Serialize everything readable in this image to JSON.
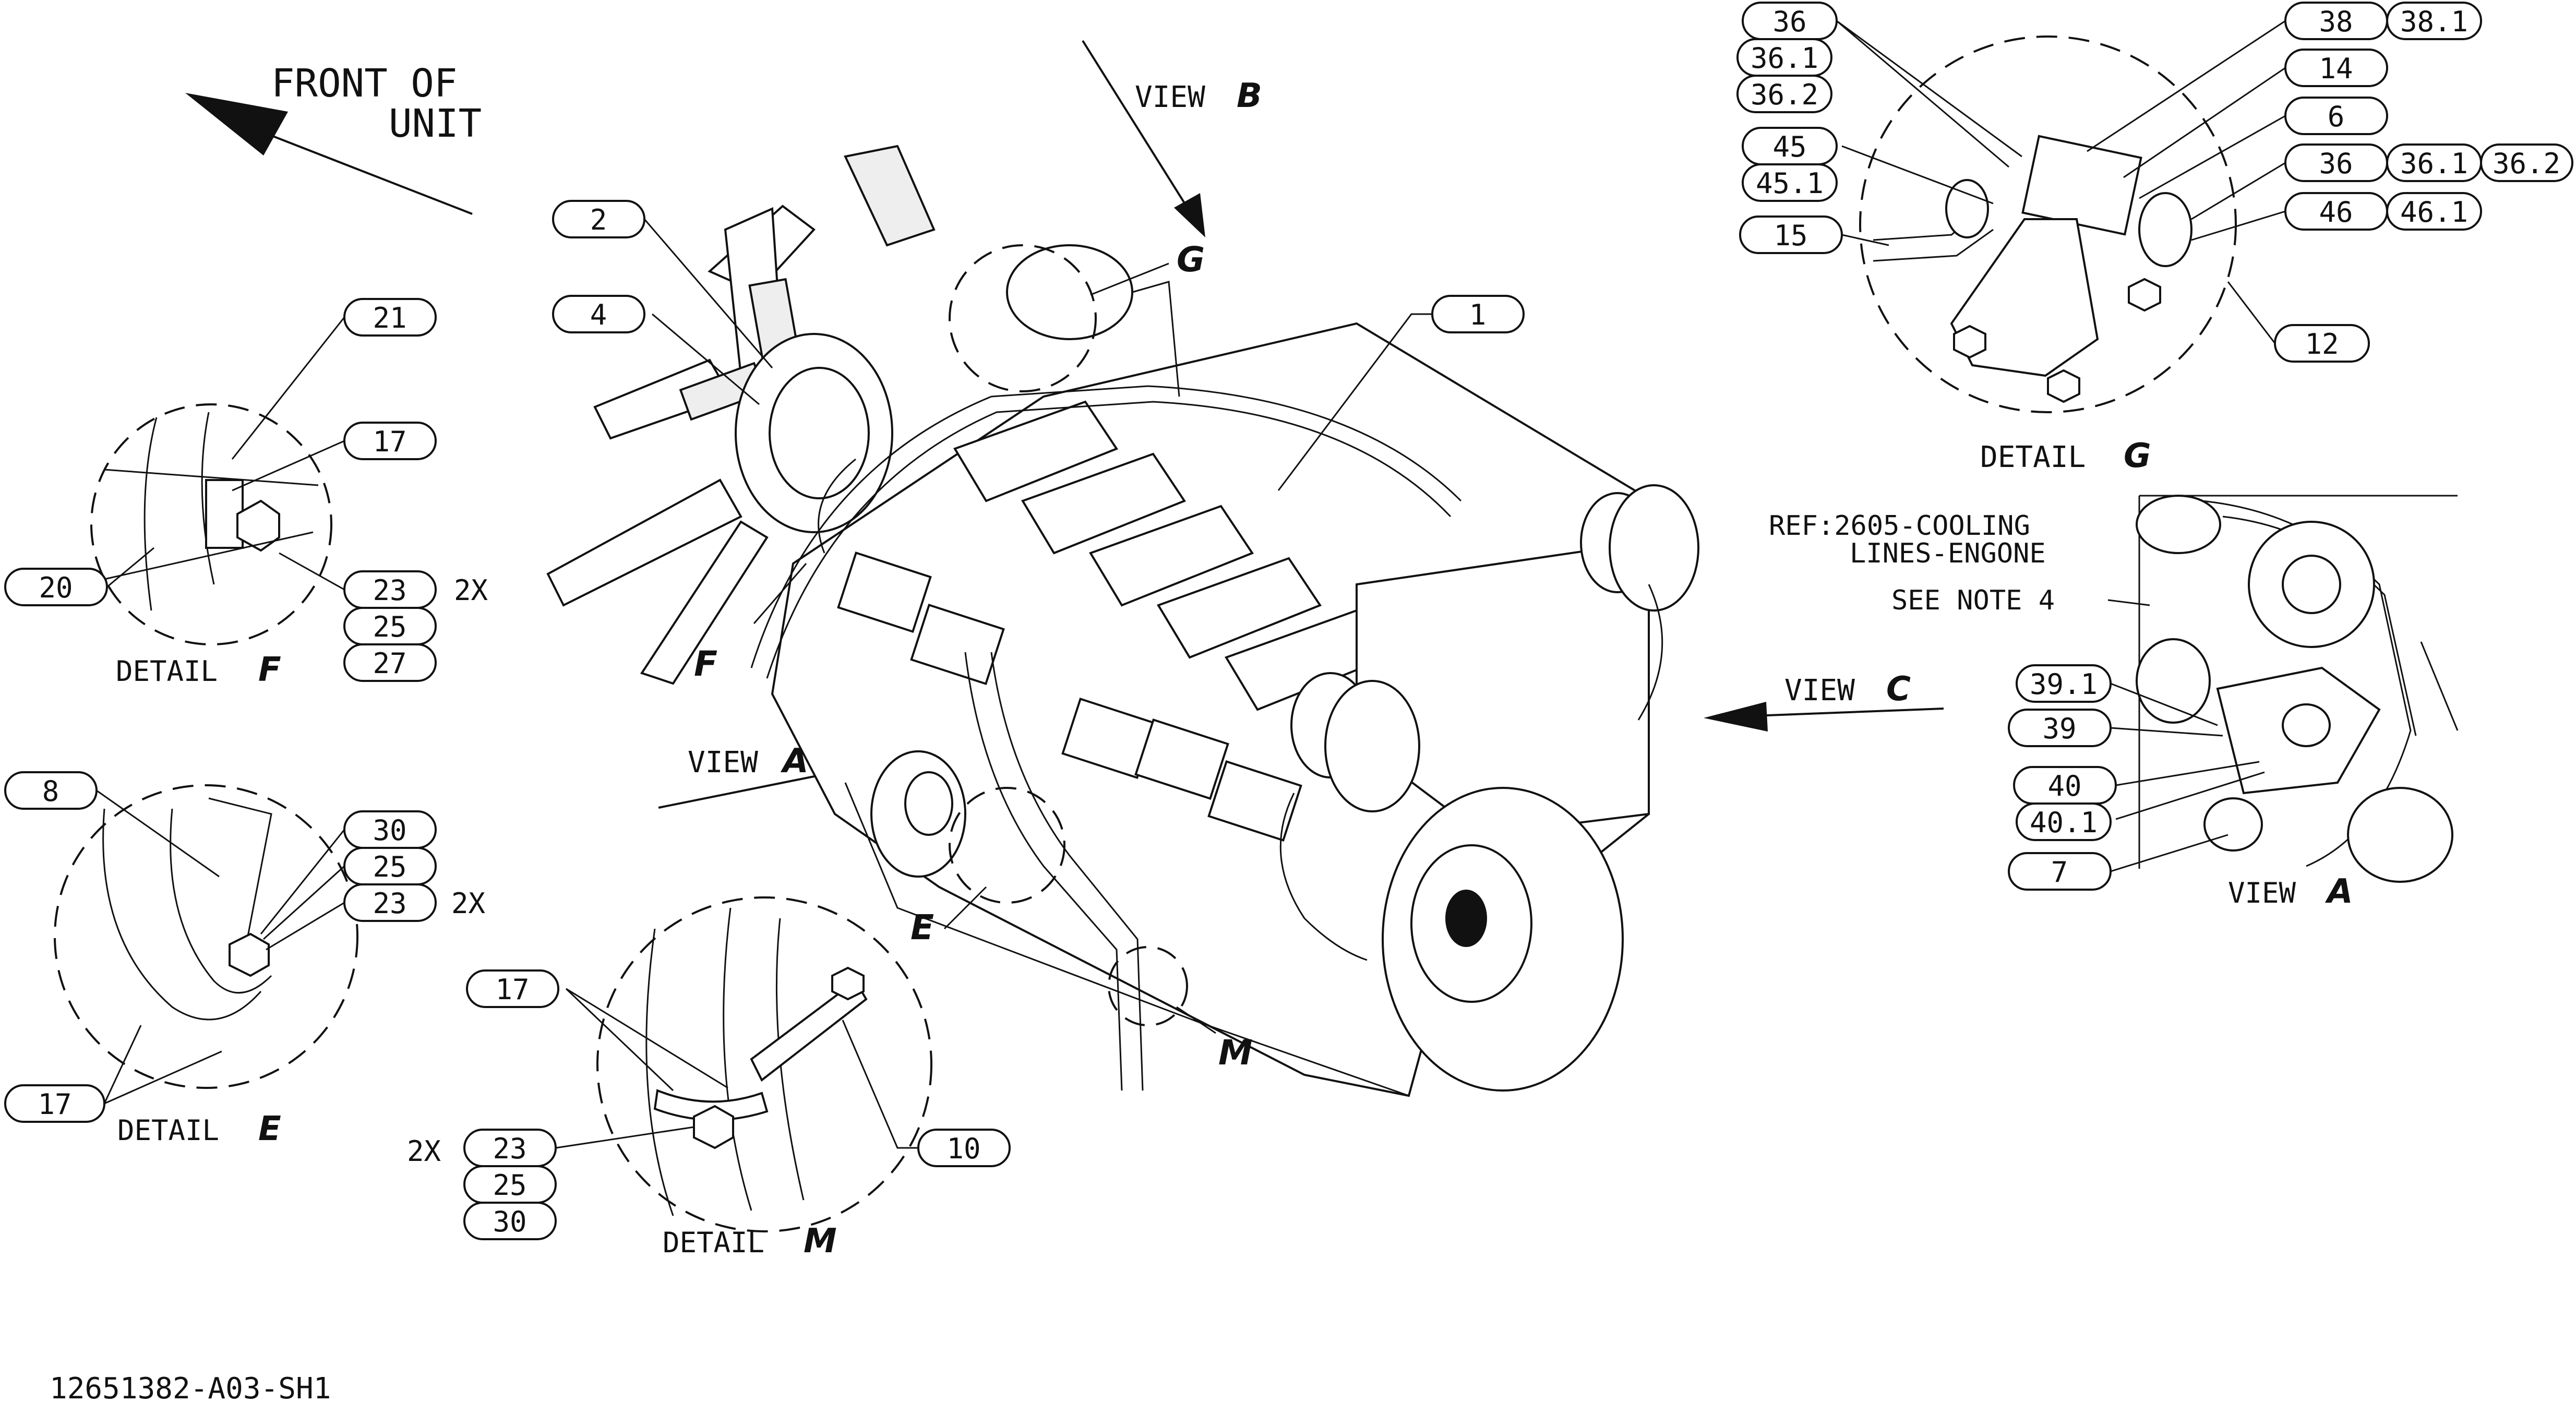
{
  "front_of_unit": {
    "line1": "FRONT OF",
    "line2": "UNIT"
  },
  "views": {
    "b": {
      "word": "VIEW",
      "letter": "B"
    },
    "c": {
      "word": "VIEW",
      "letter": "C"
    },
    "a_arrow": {
      "word": "VIEW",
      "letter": "A"
    },
    "a_panel": {
      "word": "VIEW",
      "letter": "A"
    }
  },
  "callout_letters": {
    "g": "G",
    "f": "F",
    "e": "E",
    "m": "M"
  },
  "details": {
    "f": {
      "word": "DETAIL",
      "letter": "F"
    },
    "e": {
      "word": "DETAIL",
      "letter": "E"
    },
    "m": {
      "word": "DETAIL",
      "letter": "M"
    },
    "g": {
      "word": "DETAIL",
      "letter": "G"
    }
  },
  "notes": {
    "ref_line1": "REF:2605-COOLING",
    "ref_line2": "LINES-ENGONE",
    "see_note": "SEE NOTE 4"
  },
  "qty": {
    "f": "2X",
    "e": "2X",
    "m": "2X"
  },
  "balloons": {
    "g36": "36",
    "g361": "36.1",
    "g362": "36.2",
    "g38": "38",
    "g381": "38.1",
    "g14": "14",
    "g6": "6",
    "g36b": "36",
    "g361b": "36.1",
    "g362b": "36.2",
    "g45": "45",
    "g451": "45.1",
    "g46": "46",
    "g461": "46.1",
    "g15": "15",
    "g12": "12",
    "m2": "2",
    "m4": "4",
    "m1": "1",
    "f21": "21",
    "f17": "17",
    "f20": "20",
    "f23": "23",
    "f25": "25",
    "f27": "27",
    "e8": "8",
    "e30": "30",
    "e25": "25",
    "e23": "23",
    "e17": "17",
    "d17": "17",
    "d23": "23",
    "d25": "25",
    "d30": "30",
    "d10": "10",
    "a391": "39.1",
    "a39": "39",
    "a40": "40",
    "a401": "40.1",
    "a7": "7"
  },
  "drawing_number": "12651382-A03-SH1"
}
